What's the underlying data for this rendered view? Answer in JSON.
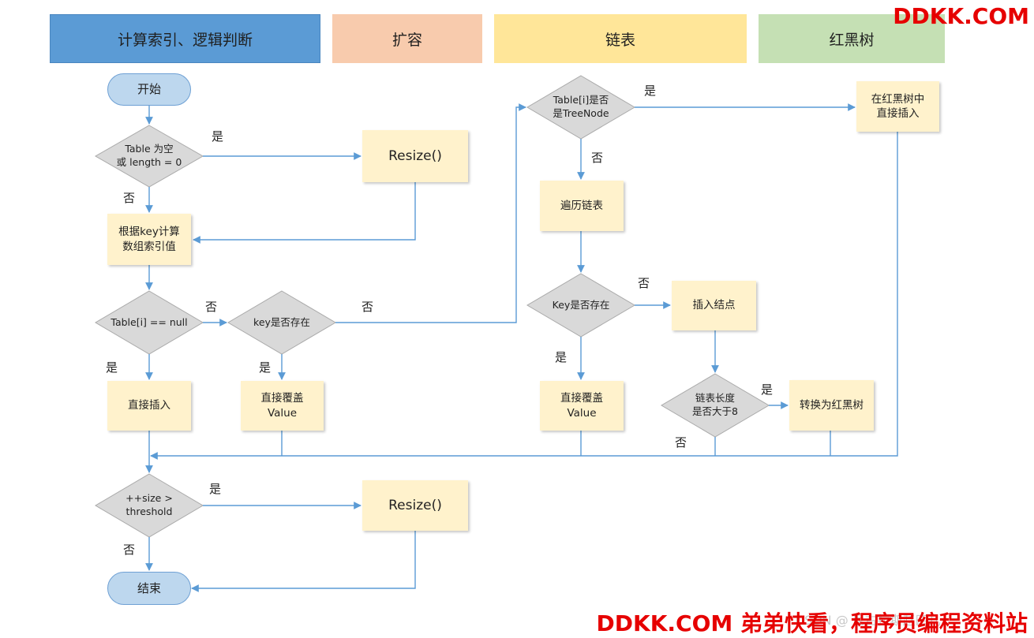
{
  "lanes": [
    "计算索引、逻辑判断",
    "扩容",
    "链表",
    "红黑树"
  ],
  "nodes": {
    "start": "开始",
    "table_empty": "Table 为空\n或 length = 0",
    "resize1": "Resize()",
    "compute_index": "根据key计算\n数组索引值",
    "table_i_null": "Table[i] == null",
    "key_exists": "key是否存在",
    "insert_direct": "直接插入",
    "overwrite1": "直接覆盖\nValue",
    "size_check": "++size >\nthreshold",
    "resize2": "Resize()",
    "end": "结束",
    "is_treenode": "Table[i]是否\n是TreeNode",
    "traverse": "遍历链表",
    "key_exists2": "Key是否存在",
    "insert_node": "插入结点",
    "overwrite2": "直接覆盖\nValue",
    "list_len": "链表长度\n是否大于8",
    "to_tree": "转换为红黑树",
    "tree_insert": "在红黑树中\n直接插入"
  },
  "edge_labels": {
    "yes": "是",
    "no": "否"
  },
  "colors": {
    "lane_blue": "#5b9bd5",
    "lane_orange": "#f8cbad",
    "lane_yellow": "#ffe699",
    "lane_green": "#c5e0b4",
    "process_fill": "#fff2cc",
    "decision_fill": "#d9d9d9",
    "terminal_fill": "#bdd7ee",
    "arrow": "#5b9bd5"
  },
  "watermark": {
    "top": "DDKK.COM",
    "bottom": "DDKK.COM 弟弟快看，程序员编程资料站",
    "faint": "CSDN @ 尼古拉斯赵四儿"
  }
}
